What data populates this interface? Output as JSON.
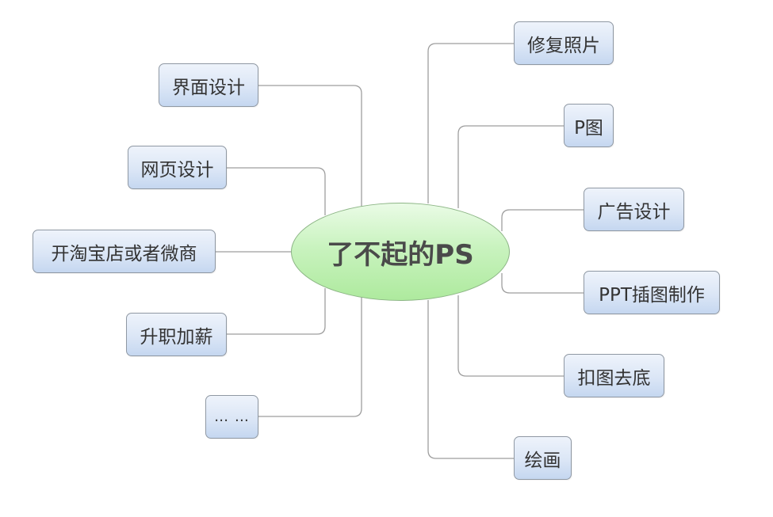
{
  "mindmap": {
    "central_topic": "了不起的PS",
    "left_branches": [
      {
        "label": "界面设计"
      },
      {
        "label": "网页设计"
      },
      {
        "label": "开淘宝店或者微商"
      },
      {
        "label": "升职加薪"
      },
      {
        "label": "… …"
      }
    ],
    "right_branches": [
      {
        "label": "修复照片"
      },
      {
        "label": "P图"
      },
      {
        "label": "广告设计"
      },
      {
        "label": "PPT插图制作"
      },
      {
        "label": "扣图去底"
      },
      {
        "label": "绘画"
      }
    ]
  },
  "colors": {
    "central_fill": "#c9f3bf",
    "node_fill": "#dbe6f6",
    "connector": "#9e9e9e",
    "text": "#333333"
  }
}
